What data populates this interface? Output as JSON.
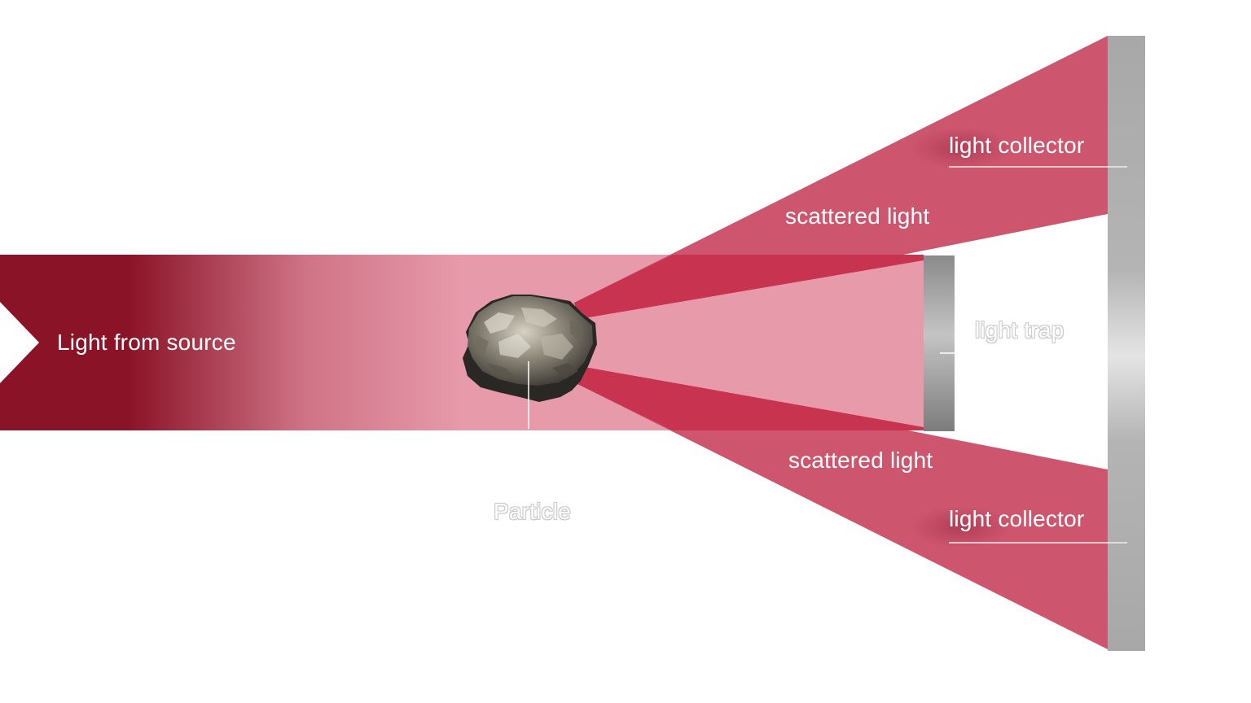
{
  "diagram": {
    "labels": {
      "source": "Light from source",
      "scattered_top": "scattered light",
      "scattered_bottom": "scattered light",
      "collector_top": "light collector",
      "collector_bottom": "light collector",
      "trap": "light trap",
      "particle": "Particle"
    },
    "colors": {
      "beam_dark": "#8b1327",
      "beam_light": "#e79aaa",
      "scatter_fan": "#cb5169",
      "scatter_inner": "#c8344f",
      "collector_gray": "#a9a9a9",
      "trap_gray": "#8f8f8f",
      "particle_dark": "#2a2824"
    }
  }
}
